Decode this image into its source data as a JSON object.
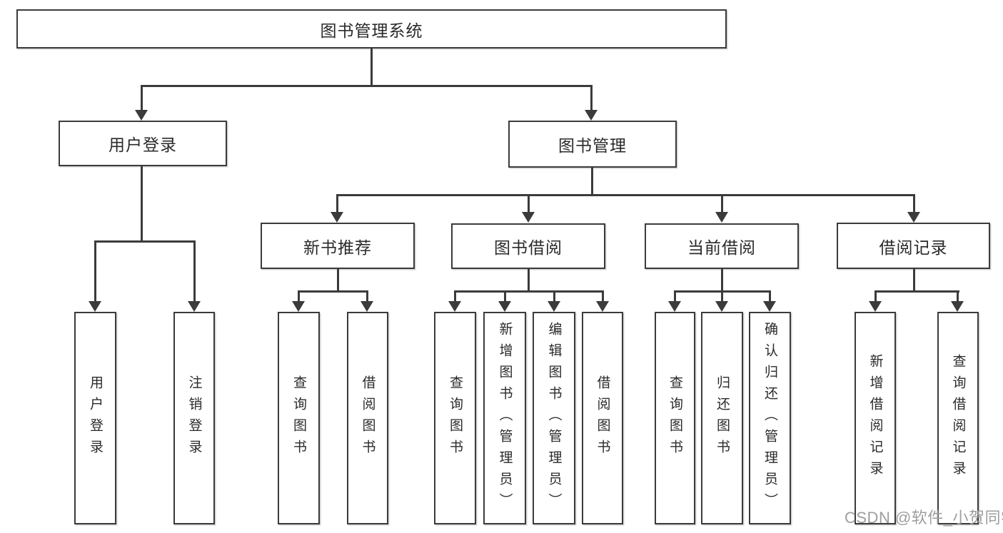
{
  "diagram": {
    "title": "图书管理系统",
    "root": {
      "label": "图书管理系统"
    },
    "level2": [
      {
        "label": "用户登录"
      },
      {
        "label": "图书管理"
      }
    ],
    "level3": [
      {
        "label": "新书推荐"
      },
      {
        "label": "图书借阅"
      },
      {
        "label": "当前借阅"
      },
      {
        "label": "借阅记录"
      }
    ],
    "leaves_user_login": [
      {
        "label": "用户登录"
      },
      {
        "label": "注销登录"
      }
    ],
    "leaves_new_book": [
      {
        "label": "查询图书"
      },
      {
        "label": "借阅图书"
      }
    ],
    "leaves_book_borrow": [
      {
        "label": "查询图书"
      },
      {
        "label": "新增图书（管理员）"
      },
      {
        "label": "编辑图书（管理员）"
      },
      {
        "label": "借阅图书"
      }
    ],
    "leaves_current_borrow": [
      {
        "label": "查询图书"
      },
      {
        "label": "归还图书"
      },
      {
        "label": "确认归还（管理员）"
      }
    ],
    "leaves_borrow_record": [
      {
        "label": "新增借阅记录"
      },
      {
        "label": "查询借阅记录"
      }
    ]
  },
  "colors": {
    "line": "#3b3b3b",
    "text": "#2a2a2a",
    "watermark_text_color": "#9e9e9e",
    "background": "#ffffff"
  },
  "watermark": {
    "text": "CSDN @软件_小贺同学"
  }
}
